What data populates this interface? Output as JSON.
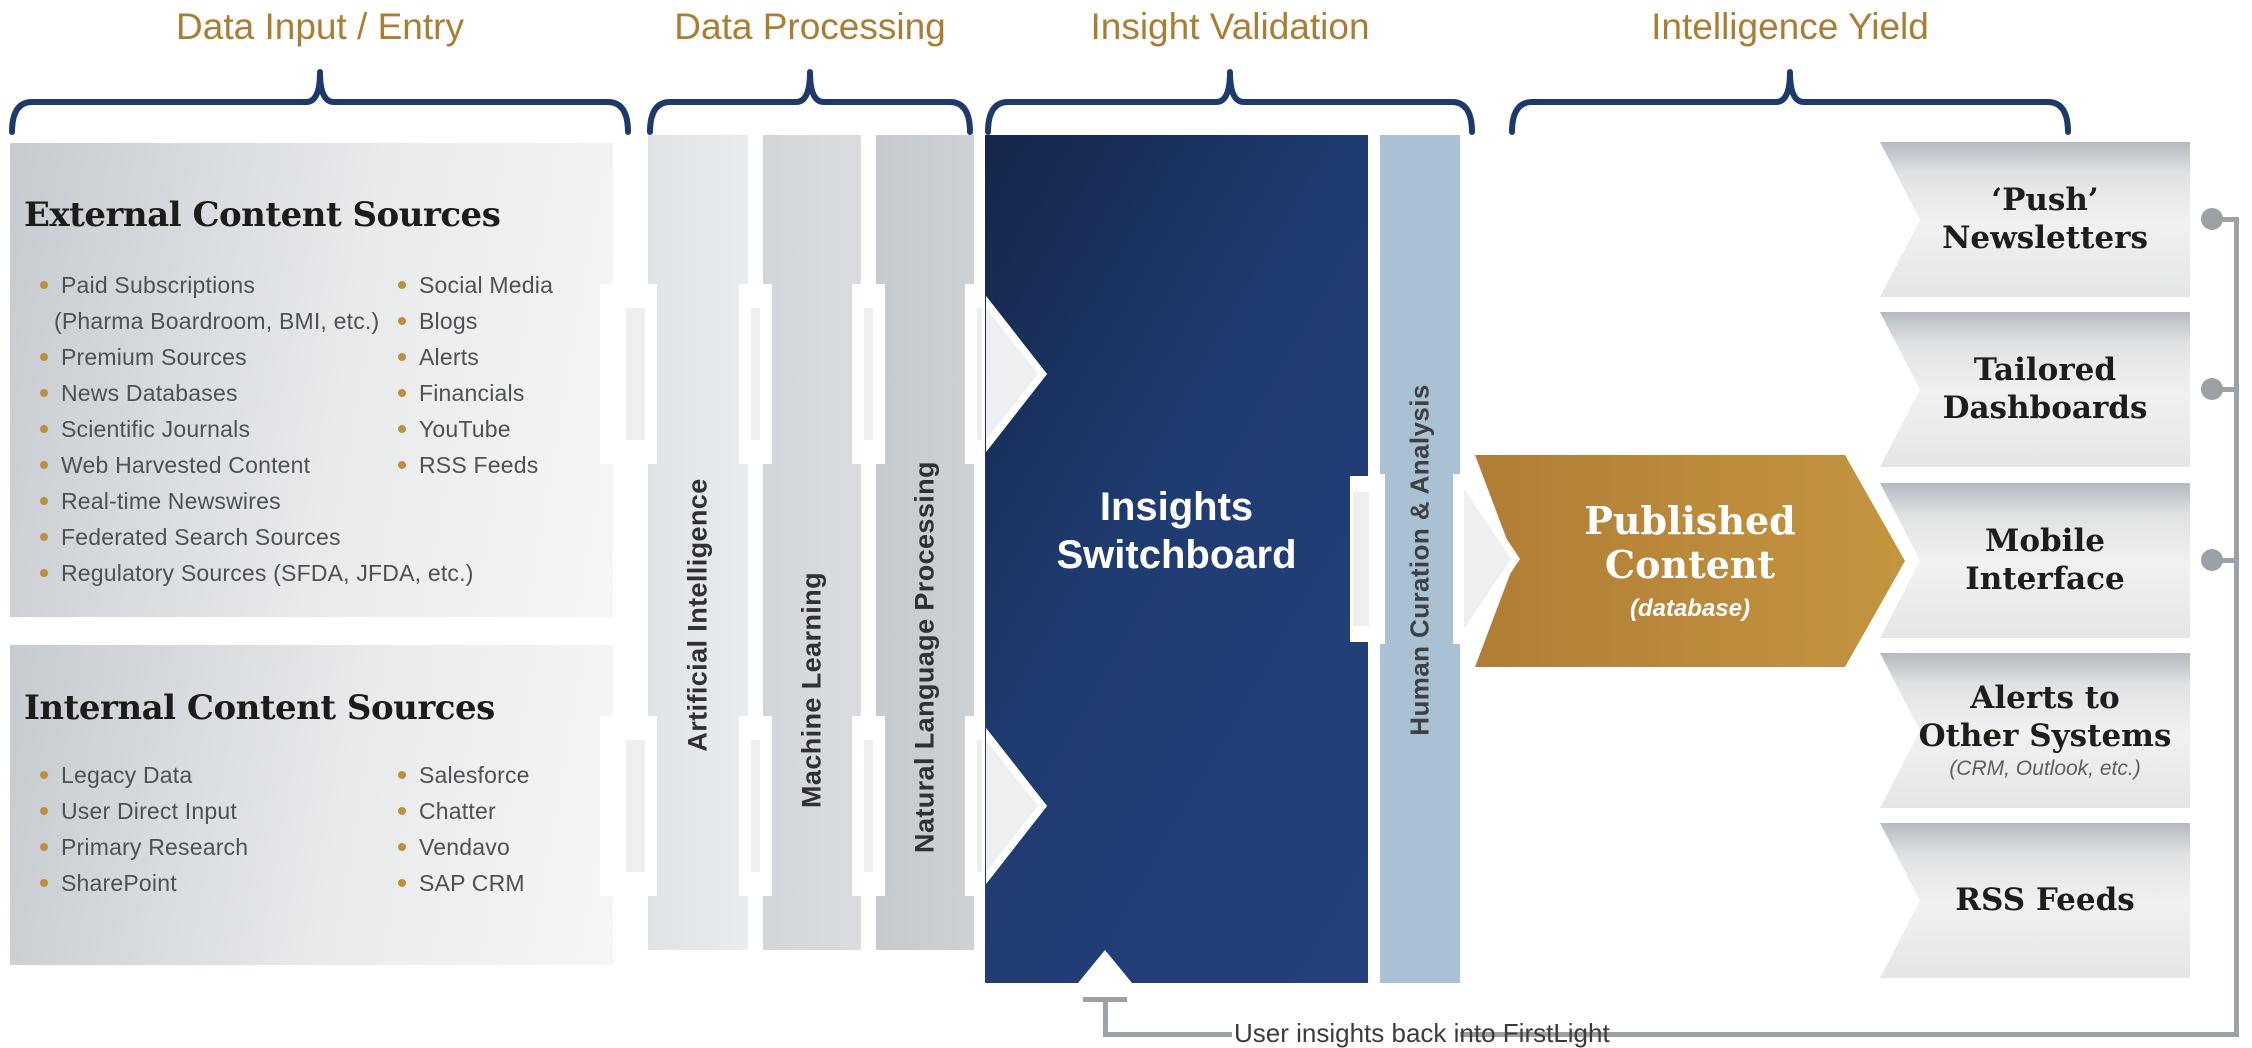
{
  "colors": {
    "header_gold": "#ab7d33",
    "brace_navy": "#1e3a6d",
    "switchboard_blue": "#1f3c72",
    "published_gold": "#bb8a3c",
    "curation_steel_blue": "#aac1d4",
    "bullet_gold": "#c08f3d",
    "connector_gray": "#9aa1a7"
  },
  "sections": [
    {
      "label": "Data Input / Entry"
    },
    {
      "label": "Data Processing"
    },
    {
      "label": "Insight Validation"
    },
    {
      "label": "Intelligence Yield"
    }
  ],
  "sources": {
    "external": {
      "title": "External Content Sources",
      "col1": [
        {
          "t": "Paid Subscriptions"
        },
        {
          "t": "(Pharma Boardroom, BMI, etc.)",
          "cont": true
        },
        {
          "t": "Premium Sources"
        },
        {
          "t": "News Databases"
        },
        {
          "t": "Scientific Journals"
        },
        {
          "t": "Web Harvested Content"
        },
        {
          "t": "Real-time Newswires"
        },
        {
          "t": "Federated Search Sources"
        },
        {
          "t": "Regulatory Sources (SFDA, JFDA, etc.)"
        }
      ],
      "col2": [
        {
          "t": "Social Media"
        },
        {
          "t": "Blogs"
        },
        {
          "t": "Alerts"
        },
        {
          "t": "Financials"
        },
        {
          "t": "YouTube"
        },
        {
          "t": "RSS Feeds"
        }
      ]
    },
    "internal": {
      "title": "Internal Content Sources",
      "col1": [
        {
          "t": "Legacy Data"
        },
        {
          "t": "User Direct Input"
        },
        {
          "t": "Primary Research"
        },
        {
          "t": "SharePoint"
        }
      ],
      "col2": [
        {
          "t": "Salesforce"
        },
        {
          "t": "Chatter"
        },
        {
          "t": "Vendavo"
        },
        {
          "t": "SAP CRM"
        }
      ]
    }
  },
  "processing": {
    "columns": [
      {
        "label": "Artificial Intelligence"
      },
      {
        "label": "Machine Learning"
      },
      {
        "label": "Natural Language Processing"
      }
    ]
  },
  "validation": {
    "switchboard": {
      "line1": "Insights",
      "line2": "Switchboard"
    },
    "curation": {
      "label": "Human Curation & Analysis"
    }
  },
  "published": {
    "line1": "Published",
    "line2": "Content",
    "sub": "(database)"
  },
  "outputs": [
    {
      "lines": [
        "‘Push’",
        "Newsletters"
      ],
      "connector": true
    },
    {
      "lines": [
        "Tailored",
        "Dashboards"
      ],
      "connector": true
    },
    {
      "lines": [
        "Mobile",
        "Interface"
      ],
      "connector": true
    },
    {
      "lines": [
        "Alerts to",
        "Other Systems"
      ],
      "sub": "(CRM, Outlook, etc.)",
      "connector": false
    },
    {
      "lines": [
        "RSS Feeds"
      ],
      "connector": false
    }
  ],
  "feedback": {
    "label": "User insights back into FirstLight"
  }
}
